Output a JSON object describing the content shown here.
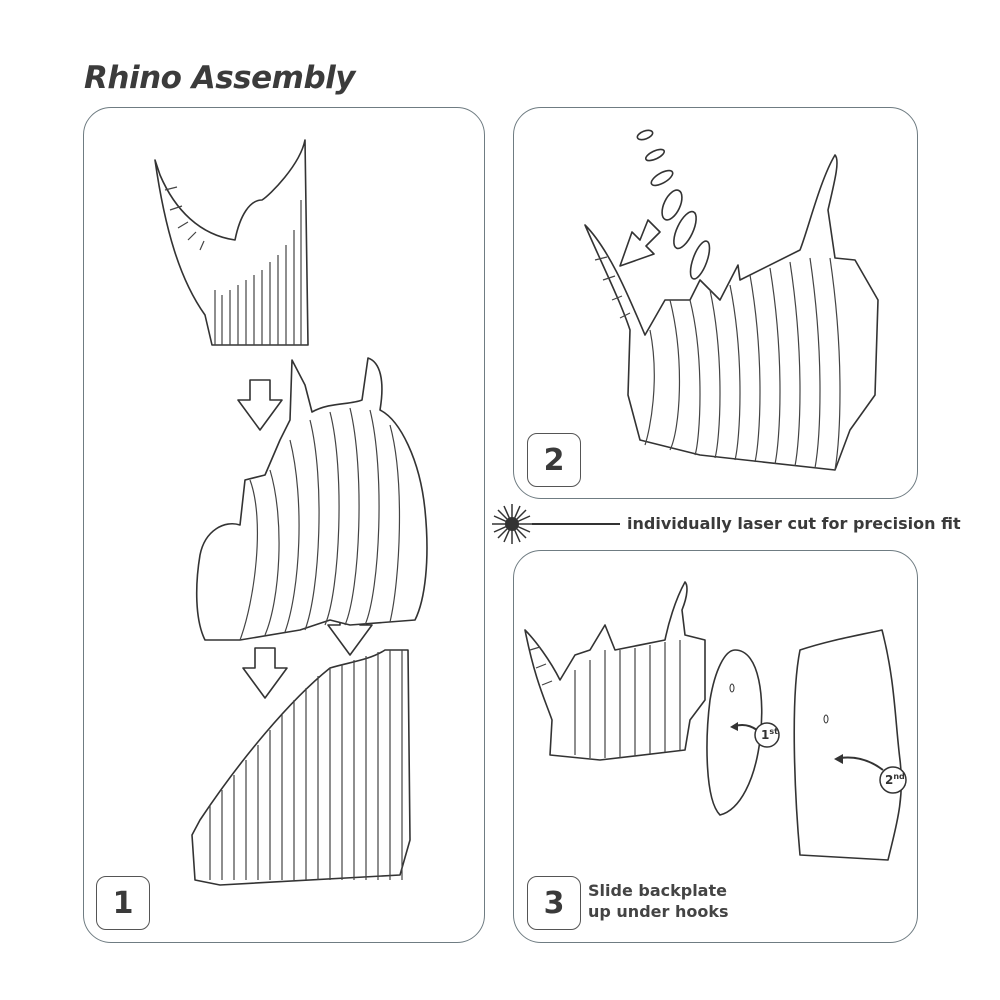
{
  "title": "Rhino Assembly",
  "steps": [
    {
      "number": "1"
    },
    {
      "number": "2"
    },
    {
      "number": "3",
      "caption_line1": "Slide backplate",
      "caption_line2": "up under hooks"
    }
  ],
  "laser_note": "individually laser cut for precision fit",
  "backplate_labels": {
    "first": "1",
    "first_sup": "st",
    "second": "2",
    "second_sup": "nd"
  }
}
